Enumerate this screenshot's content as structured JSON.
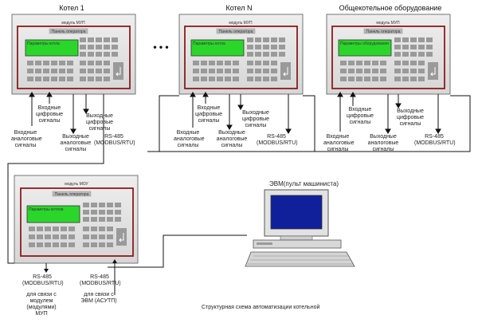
{
  "groups": {
    "kotel1": "Котел 1",
    "kotelN": "Котел N",
    "common": "Общекотельное оборудование",
    "ellipsis": "• • •"
  },
  "modules": {
    "mvp_label": "модуль МУП",
    "mou_label": "модуль МОУ",
    "panel_caption": "Панель оператора",
    "screen_kotel1": "Параметры котла",
    "screen_kotelN": "Параметры котла",
    "screen_common": "Параметры оборудования",
    "screen_mou": "Параметры котлов"
  },
  "signals": {
    "in_analog": "Входные аналоговые сигналы",
    "in_digital": "Входные цифровые сигналы",
    "out_analog": "Выходные аналоговые сигналы",
    "out_digital": "Выходные цифровые сигналы",
    "rs485": "RS-485 (MODBUS/RTU)"
  },
  "mou_links": {
    "rs485_left": "RS-485 (MODBUS/RTU)",
    "rs485_right": "RS-485 (MODBUS/RTU)",
    "link_modules": "для связи с модулем (модулями) МУП",
    "link_computer": "для связи с ЭВМ (АСУТП)"
  },
  "computer_label": "ЭВМ(пульт машиниста)",
  "diagram_title": "Структурная схема автоматизации котельной"
}
